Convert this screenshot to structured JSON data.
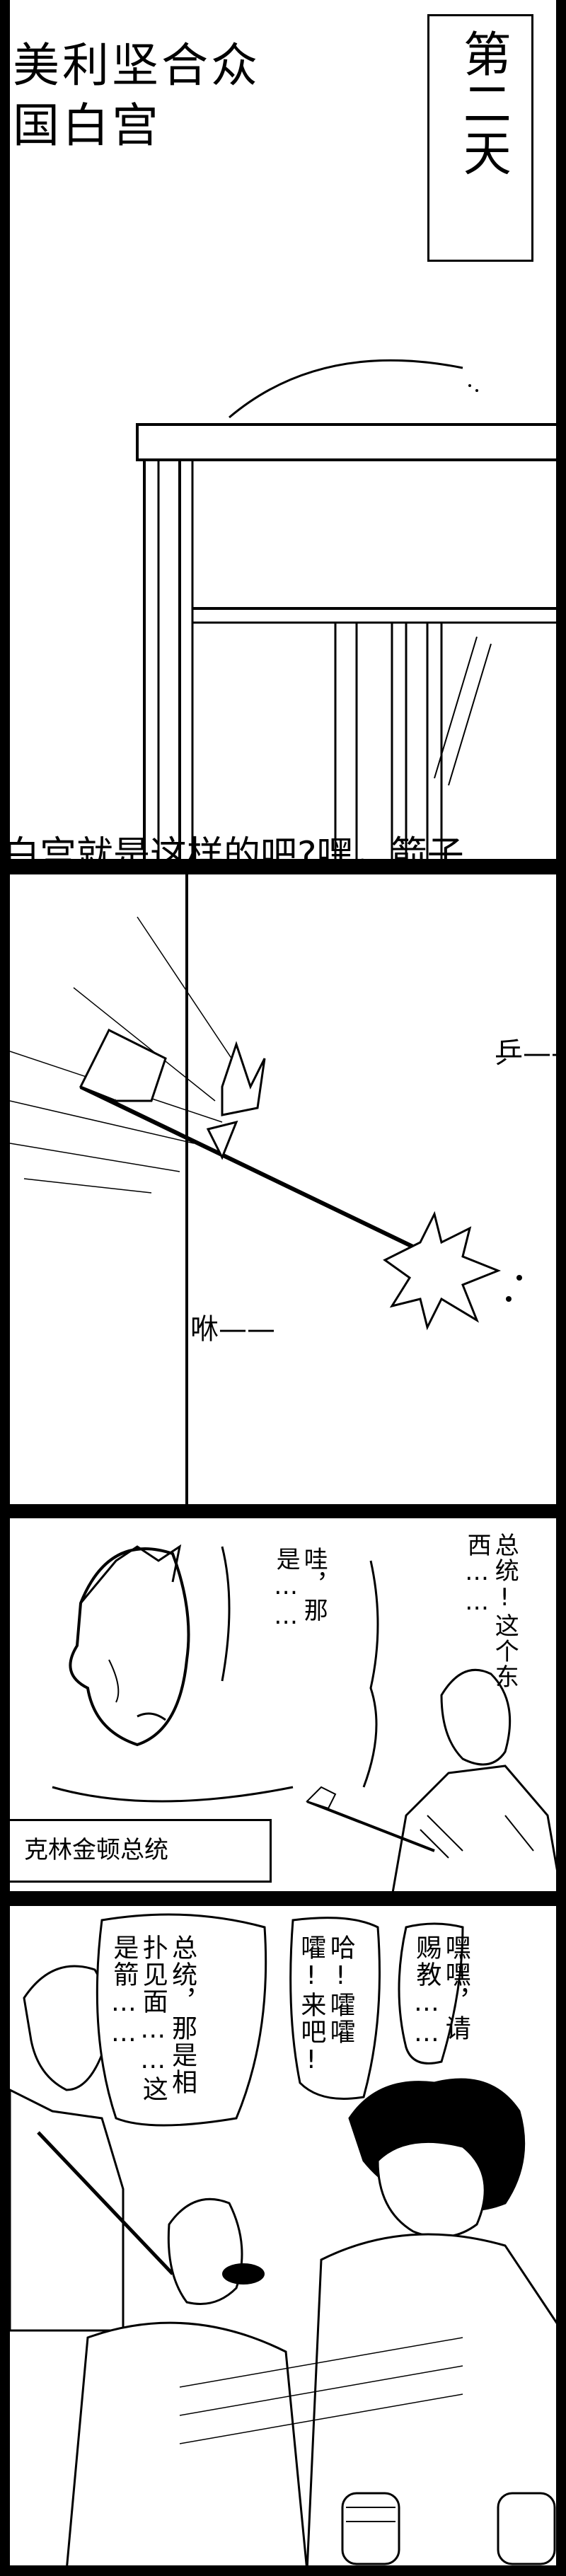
{
  "panel1": {
    "location_line1": "美利坚合众",
    "location_line2": "国白宫",
    "day_label": "第二天",
    "bottom_text": "白宫就是这样的吧?嘿，箭子"
  },
  "panel2": {
    "sfx_hit": "乒——",
    "sfx_whoosh": "咻——"
  },
  "panel3": {
    "speech_right": "总统!这个东西……",
    "speech_left": "哇，那是……",
    "caption": "克林金顿总统"
  },
  "panel4": {
    "speech_right": "嘿嘿，请赐教……",
    "speech_middle": "哈!嚯嚯嚯!来吧!",
    "speech_left": "总统，那是相扑见面……这是箭……"
  }
}
